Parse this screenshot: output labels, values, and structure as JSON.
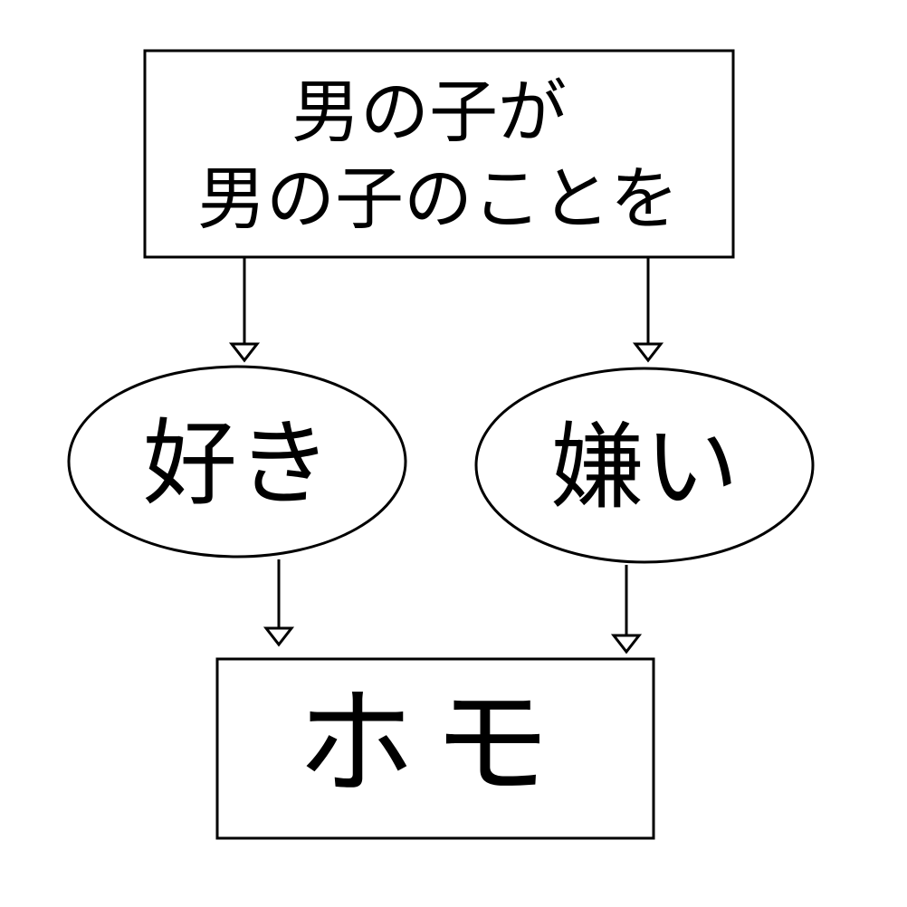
{
  "diagram": {
    "top_box": {
      "line1": "男の子が",
      "line2": "男の子のことを"
    },
    "left_ellipse": {
      "label": "好き"
    },
    "right_ellipse": {
      "label": "嫌い"
    },
    "bottom_box": {
      "label": "ホモ"
    }
  },
  "colors": {
    "stroke": "#000000",
    "fill": "#ffffff",
    "text": "#000000"
  }
}
